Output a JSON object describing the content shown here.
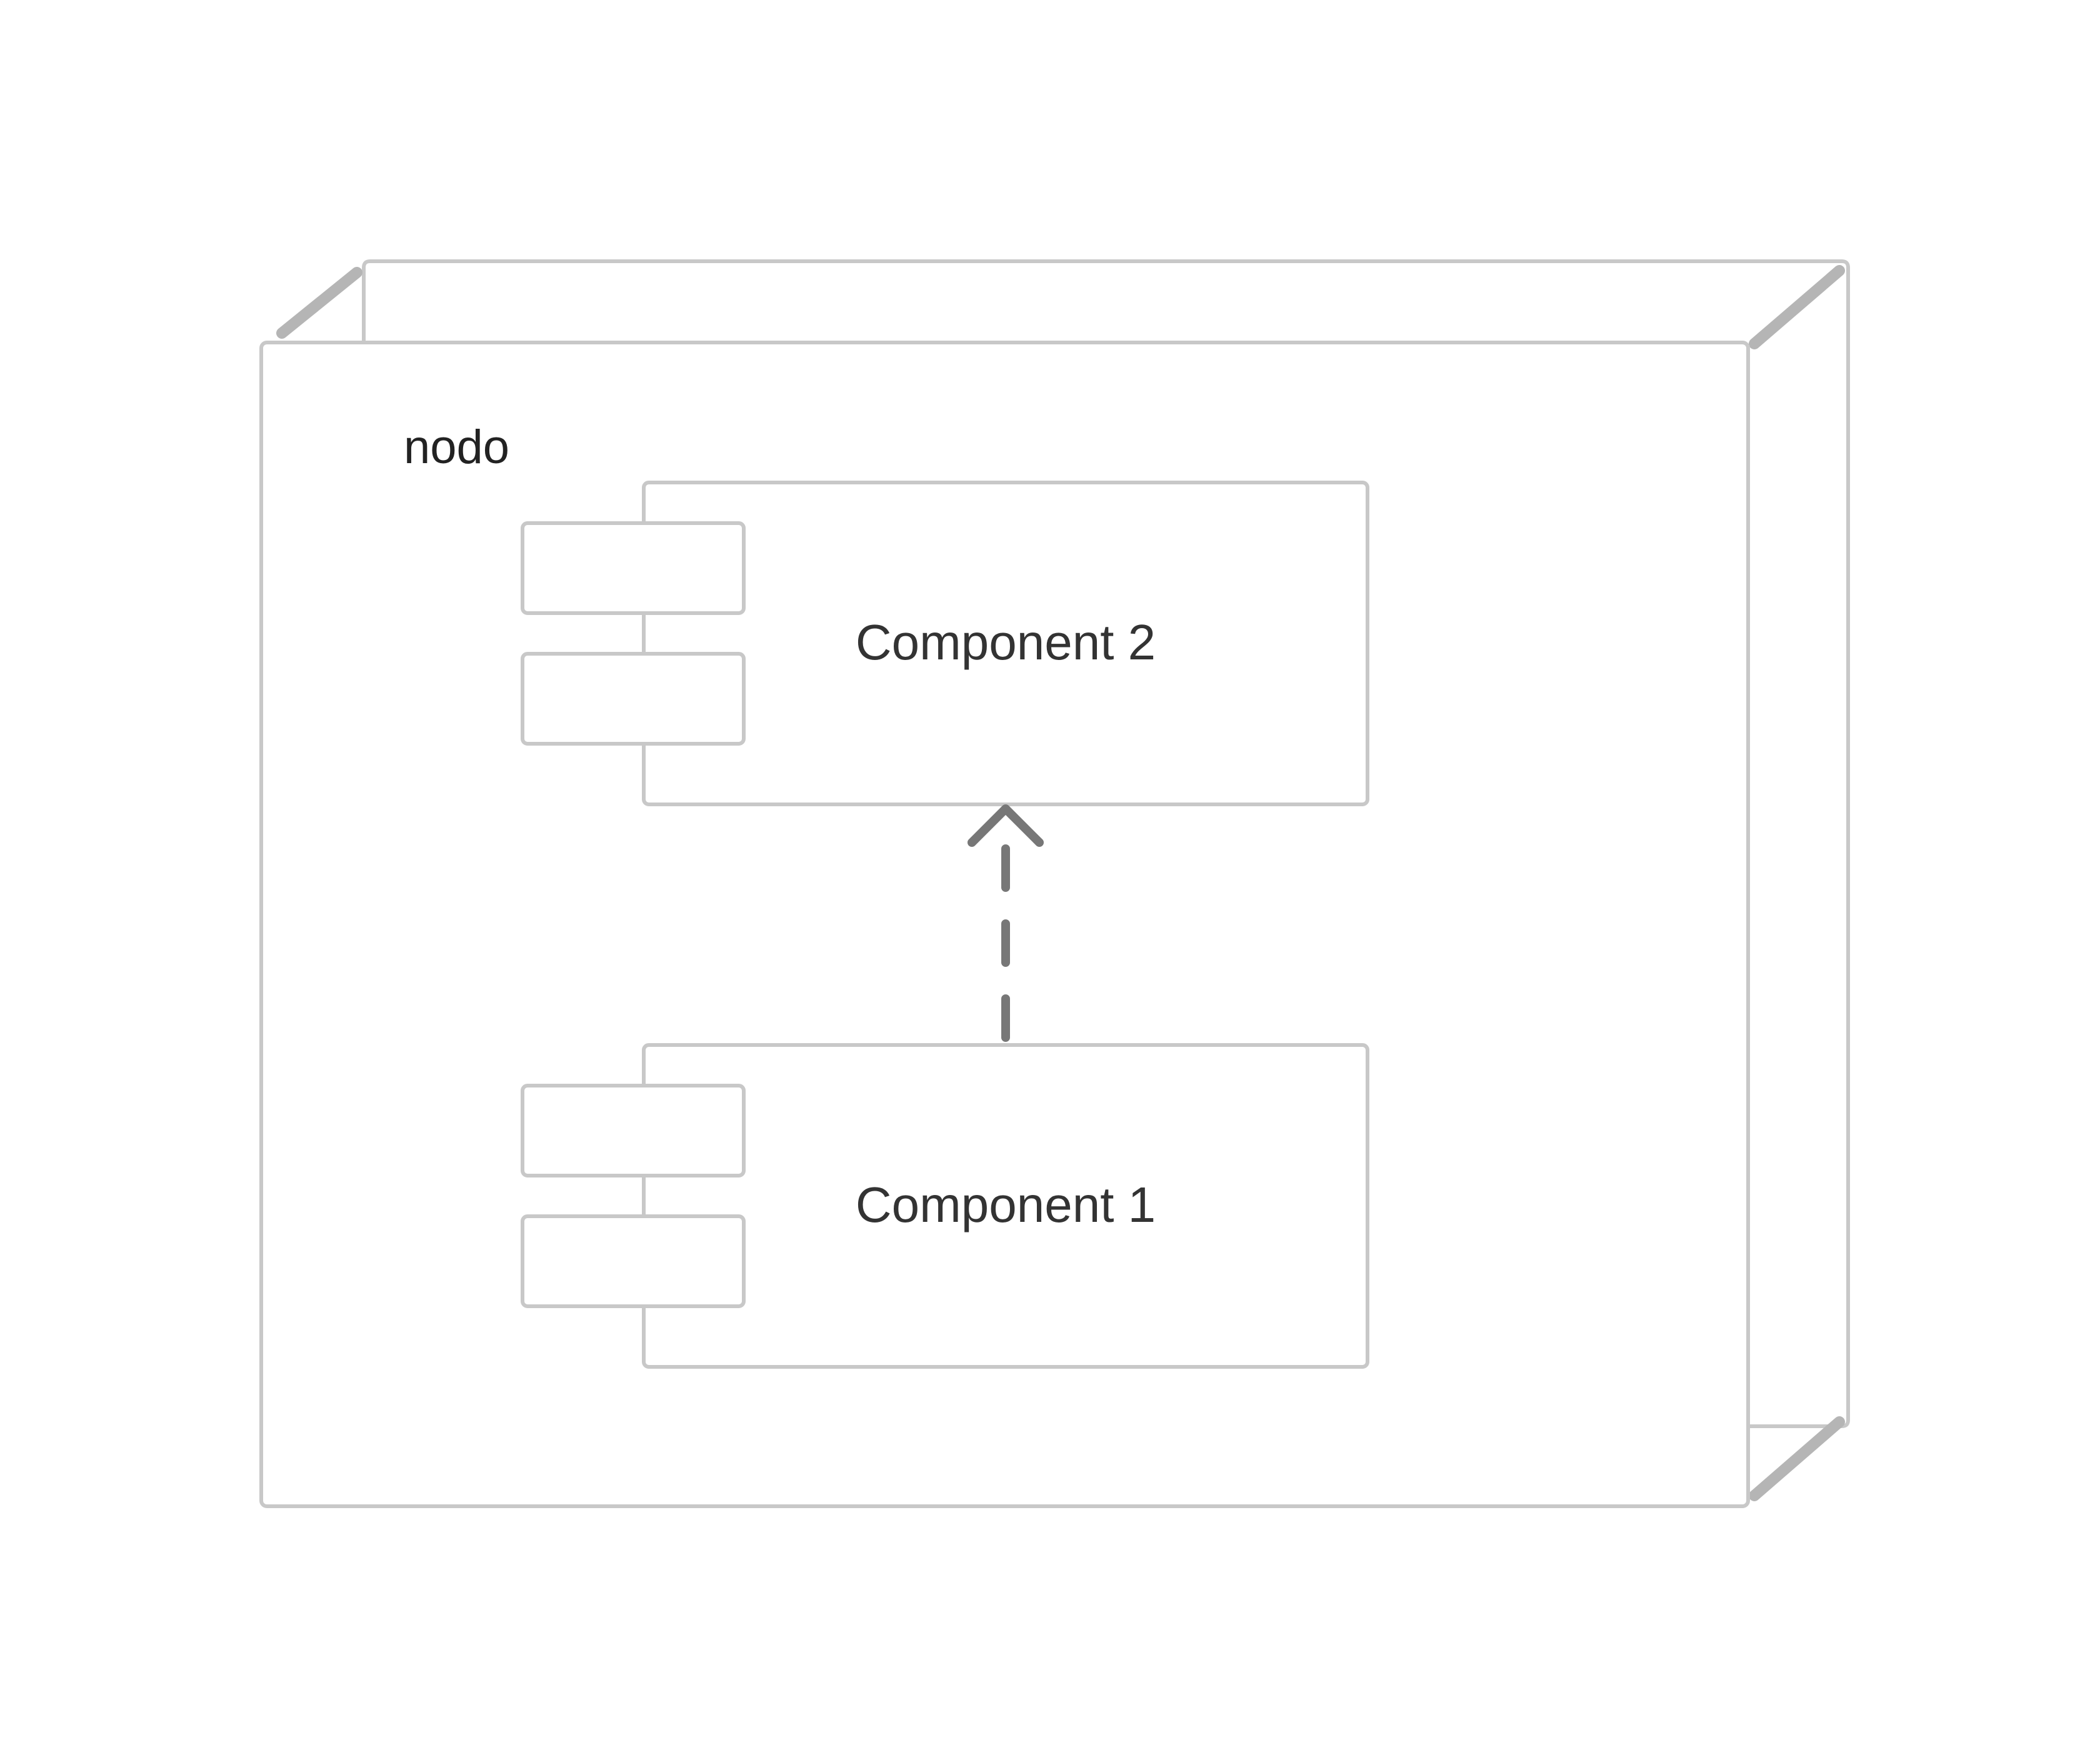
{
  "diagram": {
    "node": {
      "label": "nodo"
    },
    "components": [
      {
        "id": "component-2",
        "label": "Component 2"
      },
      {
        "id": "component-1",
        "label": "Component 1"
      }
    ],
    "dependency": {
      "from": "component-1",
      "to": "component-2",
      "style": "dashed"
    },
    "colors": {
      "background": "#ffffff",
      "border": "#c8c8c8",
      "corner_edge": "#b5b5b5",
      "arrow": "#777777",
      "node_text": "#222222",
      "component_text": "#333333"
    }
  }
}
